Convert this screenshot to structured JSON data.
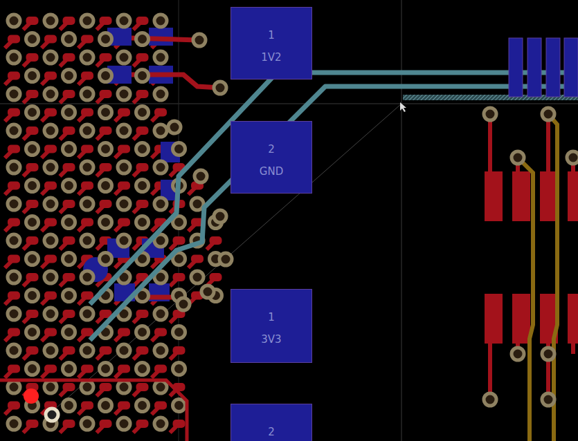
{
  "diagram": {
    "nodes": [
      {
        "text": [
          "1",
          "1V2"
        ]
      },
      {
        "text": [
          "2",
          "GND"
        ]
      },
      {
        "text": [
          "1",
          "3V3"
        ]
      },
      {
        "text": [
          "2"
        ]
      }
    ],
    "edges": []
  }
}
